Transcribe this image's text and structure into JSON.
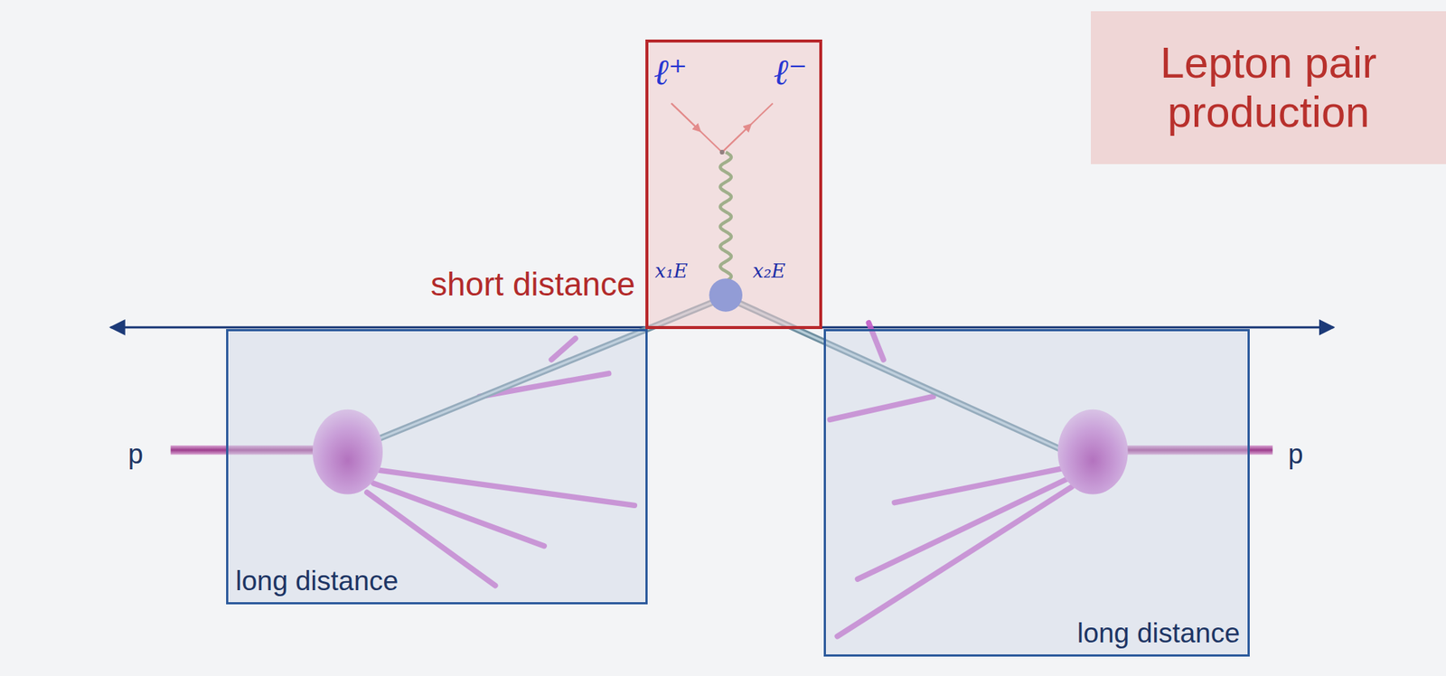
{
  "diagram": {
    "nodes": [
      {
        "text": [
          "Lepton pair production"
        ]
      },
      {
        "text": [
          "short distance"
        ]
      },
      {
        "text": [
          "long distance"
        ]
      },
      {
        "text": [
          "long distance"
        ]
      }
    ],
    "labels": [
      "ℓ⁺",
      "ℓ⁻",
      "x₁E",
      "x₂E",
      "p",
      "p"
    ]
  }
}
